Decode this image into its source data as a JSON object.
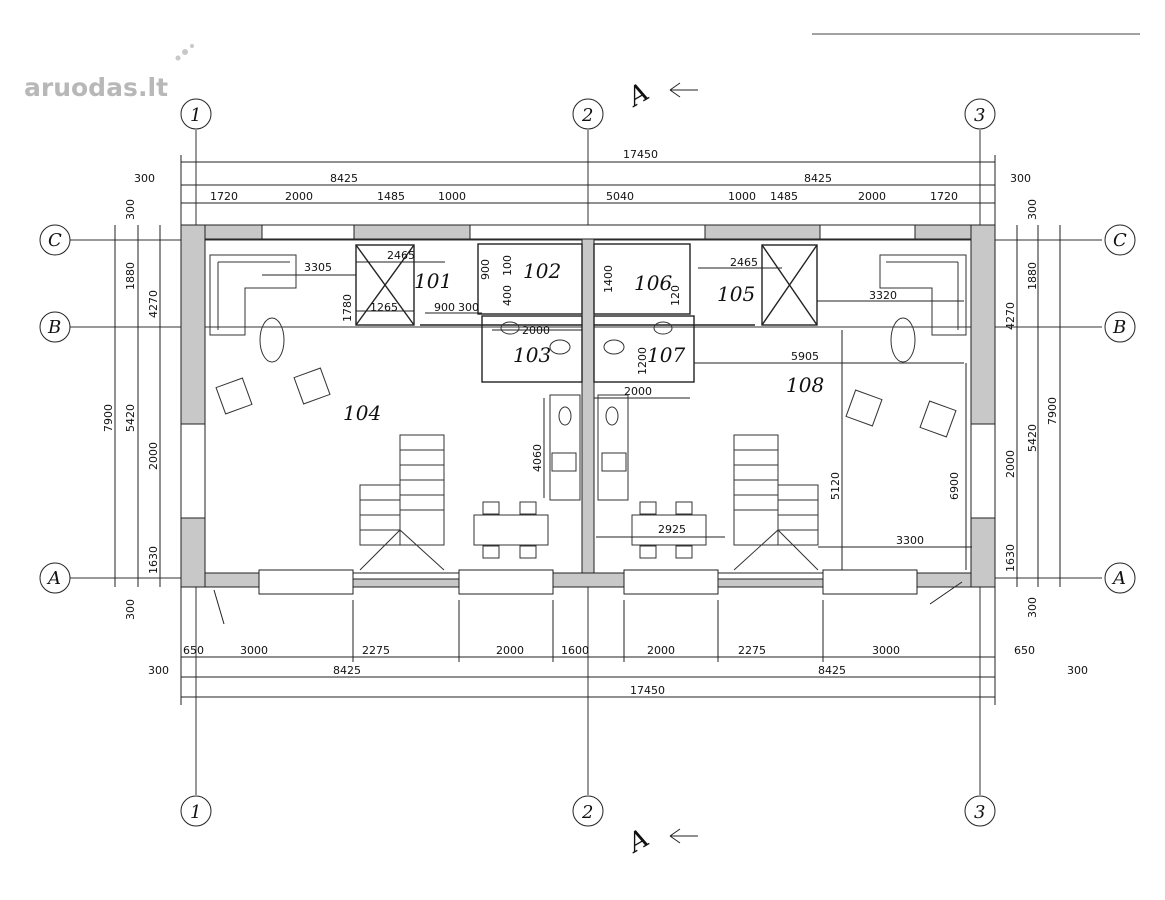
{
  "brand": {
    "name": "aruodas",
    "tld": ".lt"
  },
  "section_marks": {
    "top": "A",
    "bottom": "A"
  },
  "axes": {
    "columns": [
      "1",
      "2",
      "3"
    ],
    "rows": [
      "C",
      "B",
      "A"
    ]
  },
  "rooms": {
    "r101": "101",
    "r102": "102",
    "r103": "103",
    "r104": "104",
    "r105": "105",
    "r106": "106",
    "r107": "107",
    "r108": "108"
  },
  "dims_top": {
    "total": "17450",
    "left_300": "300",
    "right_300": "300",
    "half_left": "8425",
    "half_right": "8425",
    "s1": "1720",
    "s2": "2000",
    "s3": "1485",
    "s4": "1000",
    "s5": "5040",
    "s6": "1000",
    "s7": "1485",
    "s8": "2000",
    "s9": "1720"
  },
  "dims_bottom": {
    "s1": "650",
    "s2": "3000",
    "s3": "2275",
    "s4": "2000",
    "s5": "1600",
    "s6": "2000",
    "s7": "2275",
    "s8": "3000",
    "s9": "650",
    "left_300": "300",
    "right_300": "300",
    "half_left": "8425",
    "half_right": "8425",
    "total": "17450"
  },
  "dims_left": {
    "top300": "300",
    "d1880": "1880",
    "d4270": "4270",
    "d7900": "7900",
    "d5420": "5420",
    "d2000": "2000",
    "d1630": "1630",
    "bot300": "300"
  },
  "dims_right": {
    "top300": "300",
    "d1880": "1880",
    "d4270": "4270",
    "d7900": "7900",
    "d5420": "5420",
    "d2000": "2000",
    "d1630": "1630",
    "bot300": "300"
  },
  "dims_inner": {
    "a3305": "3305",
    "a2465l": "2465",
    "a1780": "1780",
    "a1265": "1265",
    "a900h": "900",
    "a300": "300",
    "a900v": "900",
    "a100": "100",
    "a400": "400",
    "a2000l": "2000",
    "a4060": "4060",
    "a1400": "1400",
    "a120": "120",
    "a2465r": "2465",
    "a3320": "3320",
    "a1200": "1200",
    "a2000r": "2000",
    "a5905": "5905",
    "a5120": "5120",
    "a6900": "6900",
    "a2925": "2925",
    "a3300": "3300"
  }
}
